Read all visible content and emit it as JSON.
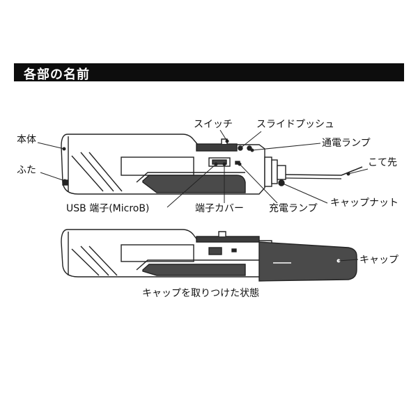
{
  "title": "各部の名前",
  "labels": {
    "body": "本体",
    "lid": "ふた",
    "switch": "スイッチ",
    "slide_push": "スライドプッシュ",
    "power_lamp": "通電ランプ",
    "tip": "こて先",
    "usb_port": "USB 端子(MicroB)",
    "port_cover": "端子カバー",
    "charge_lamp": "充電ランプ",
    "cap_nut": "キャップナット",
    "cap": "キャップ"
  },
  "caption": "キャップを取りつけた状態"
}
